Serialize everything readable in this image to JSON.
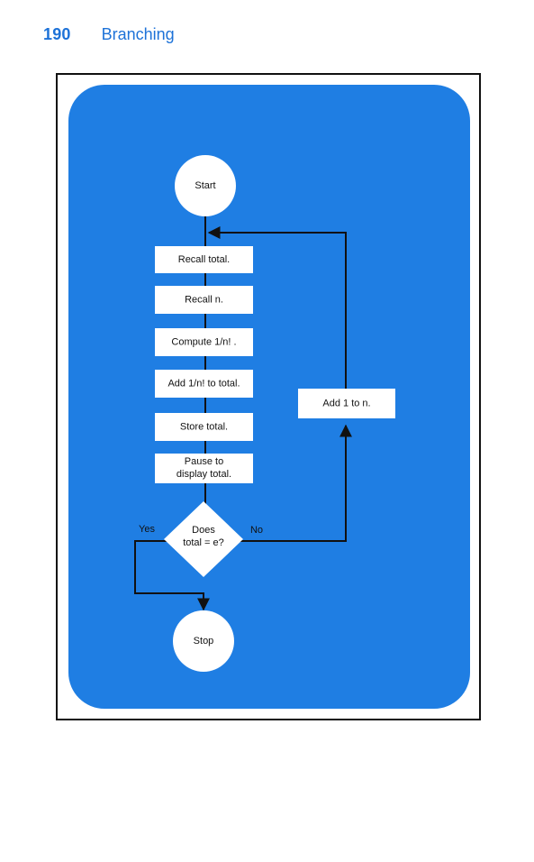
{
  "header": {
    "page_number": "190",
    "section_title": "Branching"
  },
  "colors": {
    "accent_text": "#1d72d8",
    "panel_blue": "#1f7ee3",
    "line": "#111111",
    "box_fill": "#ffffff"
  },
  "flowchart": {
    "start_label": "Start",
    "steps": [
      "Recall total.",
      "Recall n.",
      "Compute 1/n! .",
      "Add 1/n! to total.",
      "Store total.",
      [
        "Pause to",
        "display total."
      ]
    ],
    "decision": {
      "lines": [
        "Does",
        "total = e?"
      ],
      "yes_label": "Yes",
      "no_label": "No"
    },
    "loop_step": "Add 1 to n.",
    "stop_label": "Stop"
  }
}
